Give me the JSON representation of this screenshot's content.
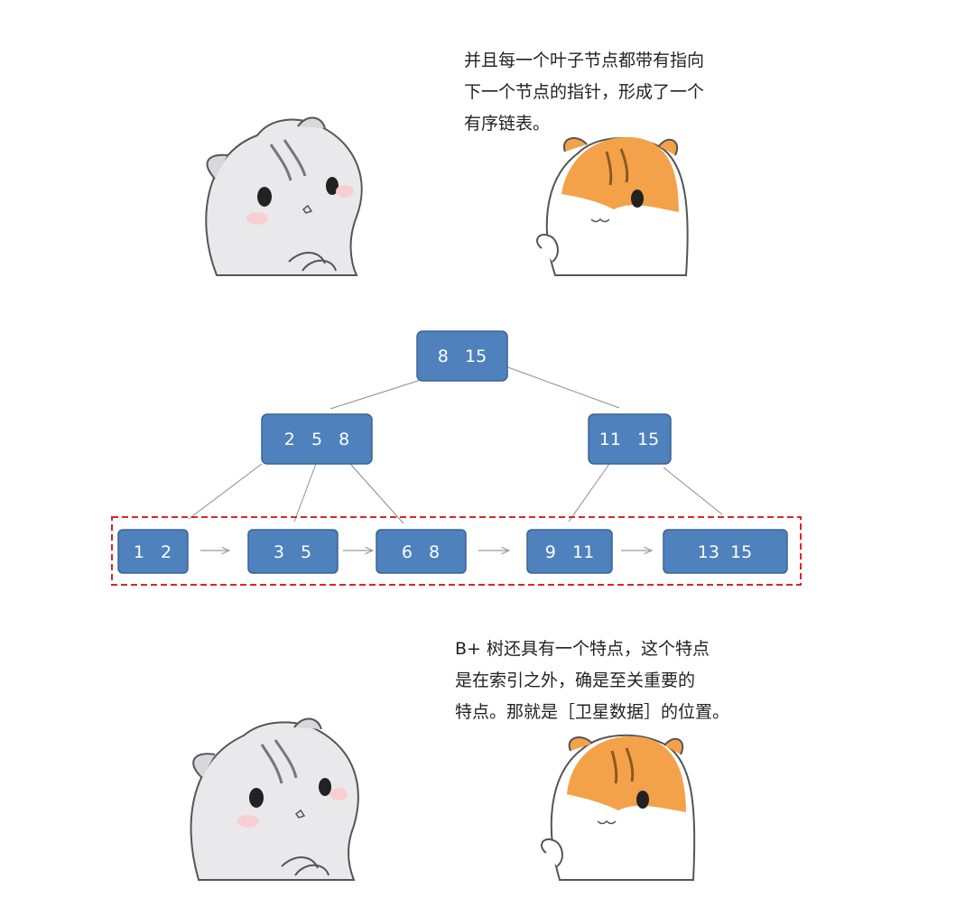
{
  "captions": {
    "top": [
      "并且每一个叶子节点都带有指向",
      "下一个节点的指针，形成了一个",
      "有序链表。"
    ],
    "bottom": [
      "B+ 树还具有一个特点，这个特点",
      "是在索引之外，确是至关重要的",
      "特点。那就是［卫星数据］的位置。"
    ]
  },
  "tree": {
    "root": "8   15",
    "internal": [
      "2   5   8",
      "11   15"
    ],
    "leaves": [
      "1   2",
      "3   5",
      "6   8",
      "9   11",
      "13  15"
    ]
  },
  "colors": {
    "node_fill": "#4f81bd",
    "node_stroke": "#3a6494",
    "highlight_dash": "#d9262c",
    "hamster_grey": "#cdcdd2",
    "hamster_orange": "#f3a24a"
  }
}
